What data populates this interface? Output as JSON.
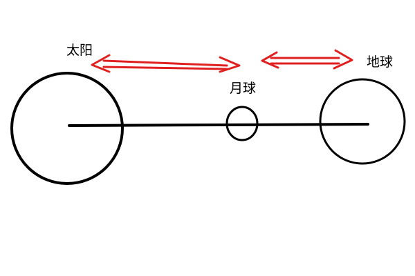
{
  "labels": {
    "sun": "太阳",
    "moon": "月球",
    "earth": "地球"
  },
  "colors": {
    "outline": "#000000",
    "arrow": "#e02020",
    "background": "#ffffff"
  }
}
